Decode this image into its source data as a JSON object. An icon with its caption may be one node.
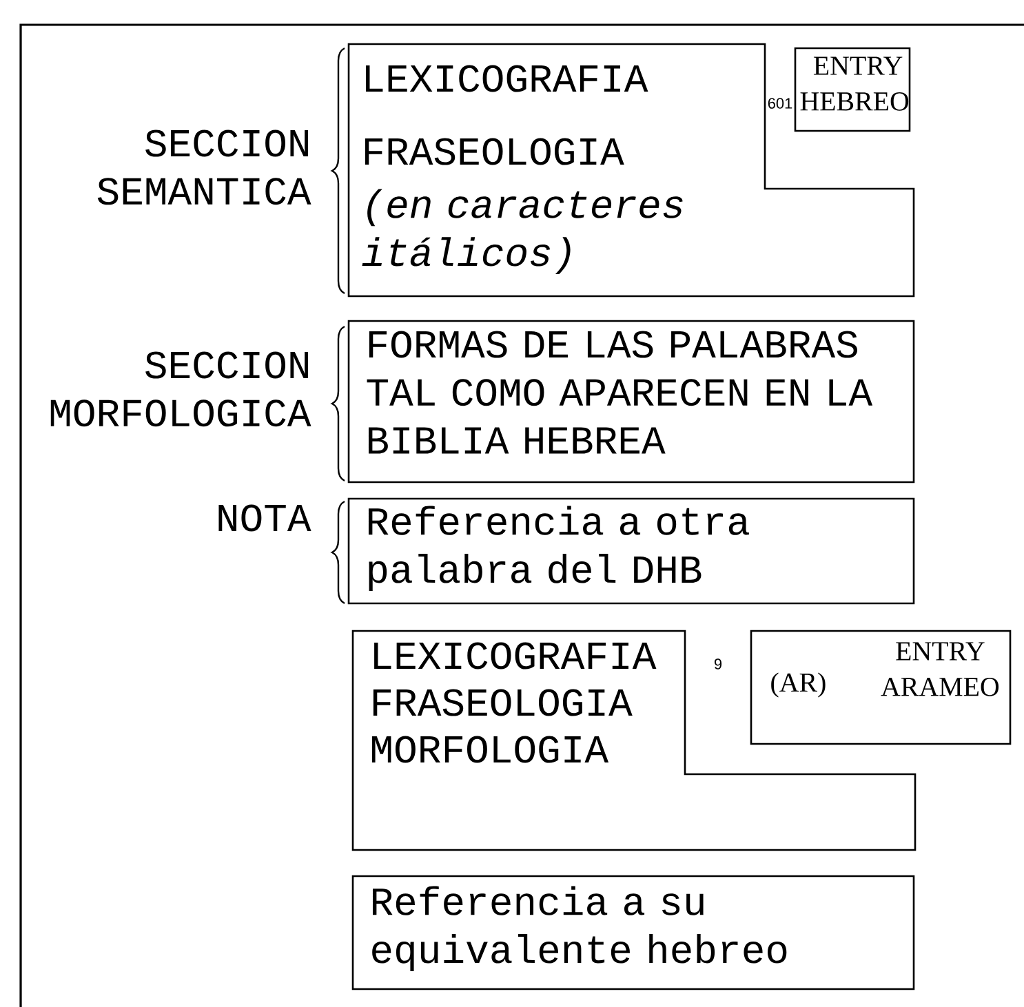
{
  "diagram": {
    "nodes": [
      {
        "text": [
          "LEXICOGRAFIA",
          "FRASEOLOGIA",
          "(en caracteres itálicos)"
        ]
      },
      {
        "text": [
          "ENTRY HEBREO"
        ],
        "beside": [
          "601"
        ]
      },
      {
        "text": [
          "FORMAS DE LAS PALABRAS TAL COMO APARECEN EN LA BIBLIA HEBREA"
        ]
      },
      {
        "text": [
          "Referencia a otra palabra del DHB"
        ]
      },
      {
        "text": [
          "LEXICOGRAFIA",
          "FRASEOLOGIA",
          "MORFOLOGIA"
        ]
      },
      {
        "text": [
          "(AR)",
          "ENTRY ARAMEO"
        ]
      },
      {
        "text": [
          "Referencia a su equivalente hebreo"
        ]
      }
    ],
    "labels": [
      "SECCION SEMANTICA",
      "SECCION MORFOLOGICA",
      "NOTA",
      "9"
    ]
  }
}
